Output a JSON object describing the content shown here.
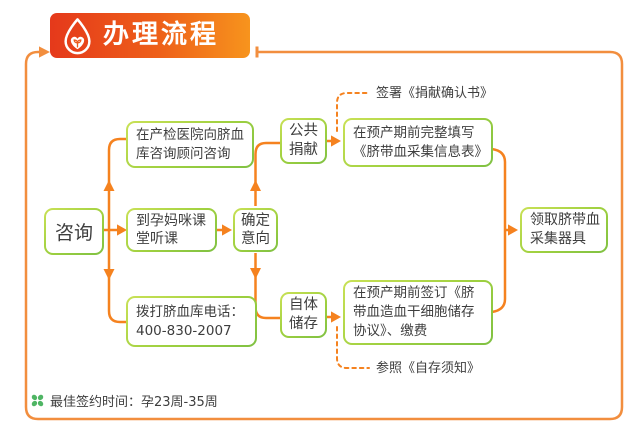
{
  "banner": {
    "title": "办理流程",
    "icon": "blood-drop-heart-icon"
  },
  "nodes": {
    "consult": {
      "text": "咨询"
    },
    "hospital": {
      "text": "在产检医院向脐血\n库咨询顾问咨询"
    },
    "class": {
      "text": "到孕妈咪课\n堂听课"
    },
    "phone": {
      "text": "拨打脐血库电话：\n400-830-2007"
    },
    "decide": {
      "text": "确定\n意向"
    },
    "public": {
      "text": "公共\n捐献"
    },
    "form": {
      "text": "在预产期前完整填写\n《脐带血采集信息表》"
    },
    "self": {
      "text": "自体\n储存"
    },
    "agreement": {
      "text": "在预产期前签订《脐\n带血造血干细胞储存\n协议》、缴费"
    },
    "kit": {
      "text": "领取脐带血\n采集器具"
    }
  },
  "annotations": {
    "donation": "签署《捐献确认书》",
    "self_storage": "参照《自存须知》"
  },
  "footer": {
    "note": "最佳签约时间：孕23周-35周",
    "icon": "clover-icon"
  },
  "flow": [
    {
      "from": "咨询",
      "to": "在产检医院向脐血库咨询顾问咨询"
    },
    {
      "from": "咨询",
      "to": "到孕妈咪课堂听课"
    },
    {
      "from": "咨询",
      "to": "拨打脐血库电话：400-830-2007"
    },
    {
      "from": "到孕妈咪课堂听课",
      "to": "确定意向"
    },
    {
      "from": "确定意向",
      "to": "公共捐献"
    },
    {
      "from": "确定意向",
      "to": "自体储存"
    },
    {
      "from": "公共捐献",
      "to": "在预产期前完整填写《脐带血采集信息表》"
    },
    {
      "from": "自体储存",
      "to": "在预产期前签订《脐带血造血干细胞储存协议》、缴费"
    },
    {
      "from": "在预产期前完整填写《脐带血采集信息表》",
      "to": "领取脐带血采集器具"
    },
    {
      "from": "在预产期前签订《脐带血造血干细胞储存协议》、缴费",
      "to": "领取脐带血采集器具"
    }
  ],
  "colors": {
    "arrow_orange": "#f5821f",
    "border_orange": "#f28e3e",
    "banner_gradient_start": "#e5391b",
    "banner_gradient_end": "#f7941d",
    "node_border_green": "#8cc63f",
    "text_dark": "#3e3e3e",
    "clover_green": "#4fb564"
  }
}
